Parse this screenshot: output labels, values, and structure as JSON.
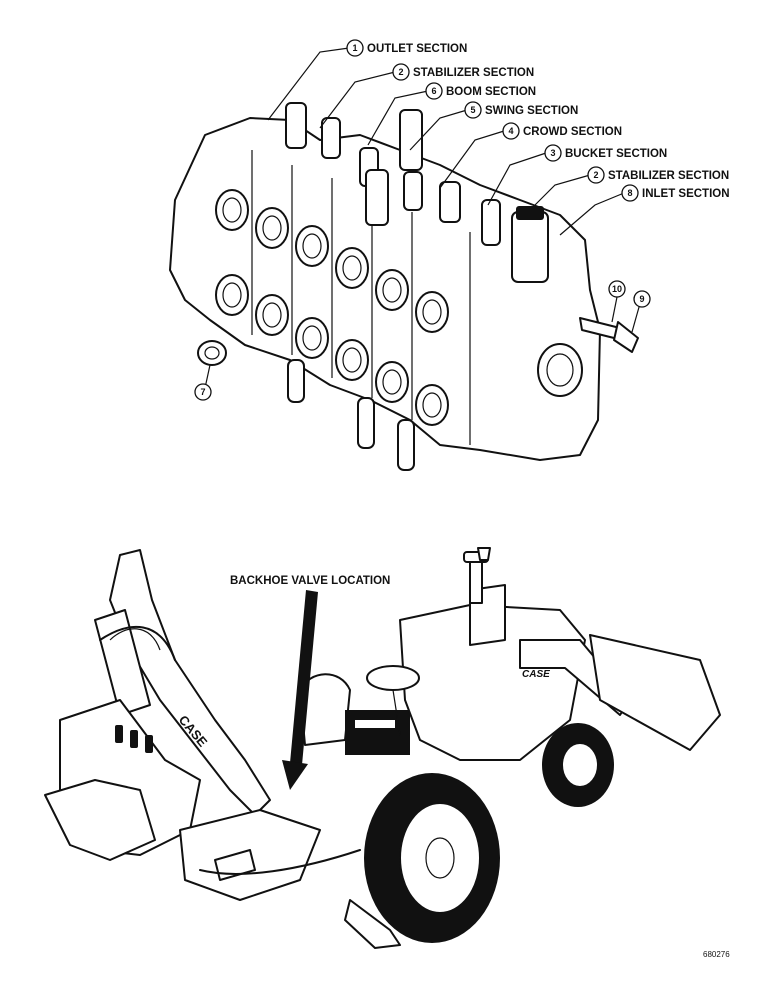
{
  "callouts": [
    {
      "num": "1",
      "text": "OUTLET SECTION"
    },
    {
      "num": "2",
      "text": "STABILIZER SECTION"
    },
    {
      "num": "6",
      "text": "BOOM SECTION"
    },
    {
      "num": "5",
      "text": "SWING  SECTION"
    },
    {
      "num": "4",
      "text": "CROWD SECTION"
    },
    {
      "num": "3",
      "text": "BUCKET SECTION"
    },
    {
      "num": "2",
      "text": "STABILIZER SECTION"
    },
    {
      "num": "8",
      "text": "INLET SECTION"
    }
  ],
  "bolt_callouts": [
    "10",
    "9"
  ],
  "plug_callout": "7",
  "location_label": "BACKHOE VALVE LOCATION",
  "machine_decals": {
    "boom": "CASE",
    "loader": "CASE"
  },
  "figure_number": "680276"
}
